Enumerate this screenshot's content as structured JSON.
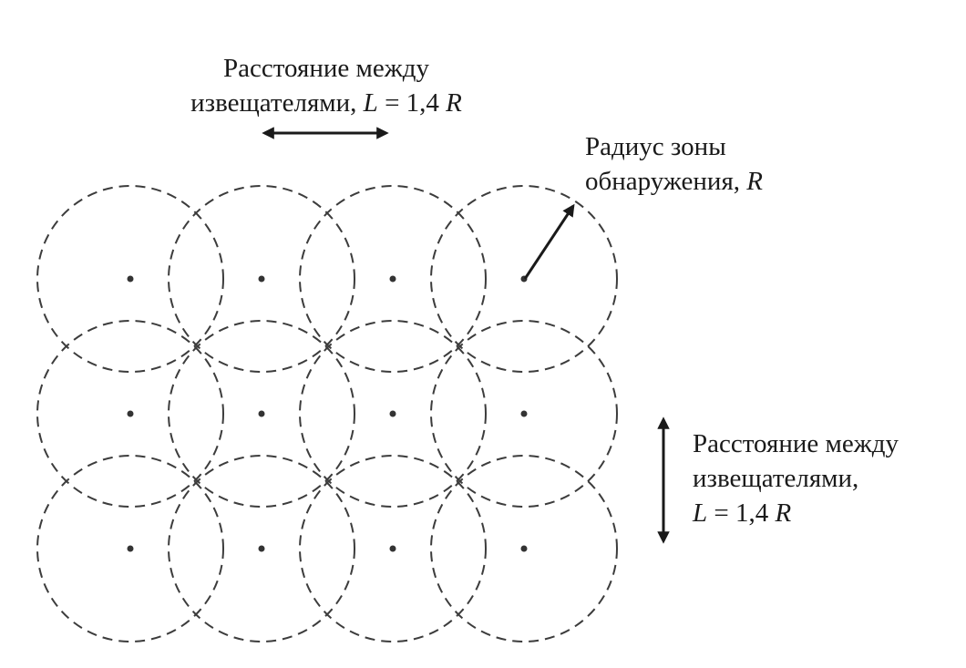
{
  "labels": {
    "horizontal_spacing": {
      "line1": "Расстояние между",
      "line2_prefix": "извещателями, ",
      "var": "L",
      "formula": " = 1,4 ",
      "var2": "R"
    },
    "radius": {
      "line1": "Радиус зоны",
      "line2_prefix": "обнаружения, ",
      "var": "R"
    },
    "vertical_spacing": {
      "line1": "Расстояние между",
      "line2": "извещателями,",
      "var": "L",
      "formula": " = 1,4 ",
      "var2": "R"
    }
  },
  "grid": {
    "rows": 3,
    "columns": 4
  },
  "colors": {
    "circle_stroke": "#3c3c3c",
    "text": "#1a1a1a"
  }
}
